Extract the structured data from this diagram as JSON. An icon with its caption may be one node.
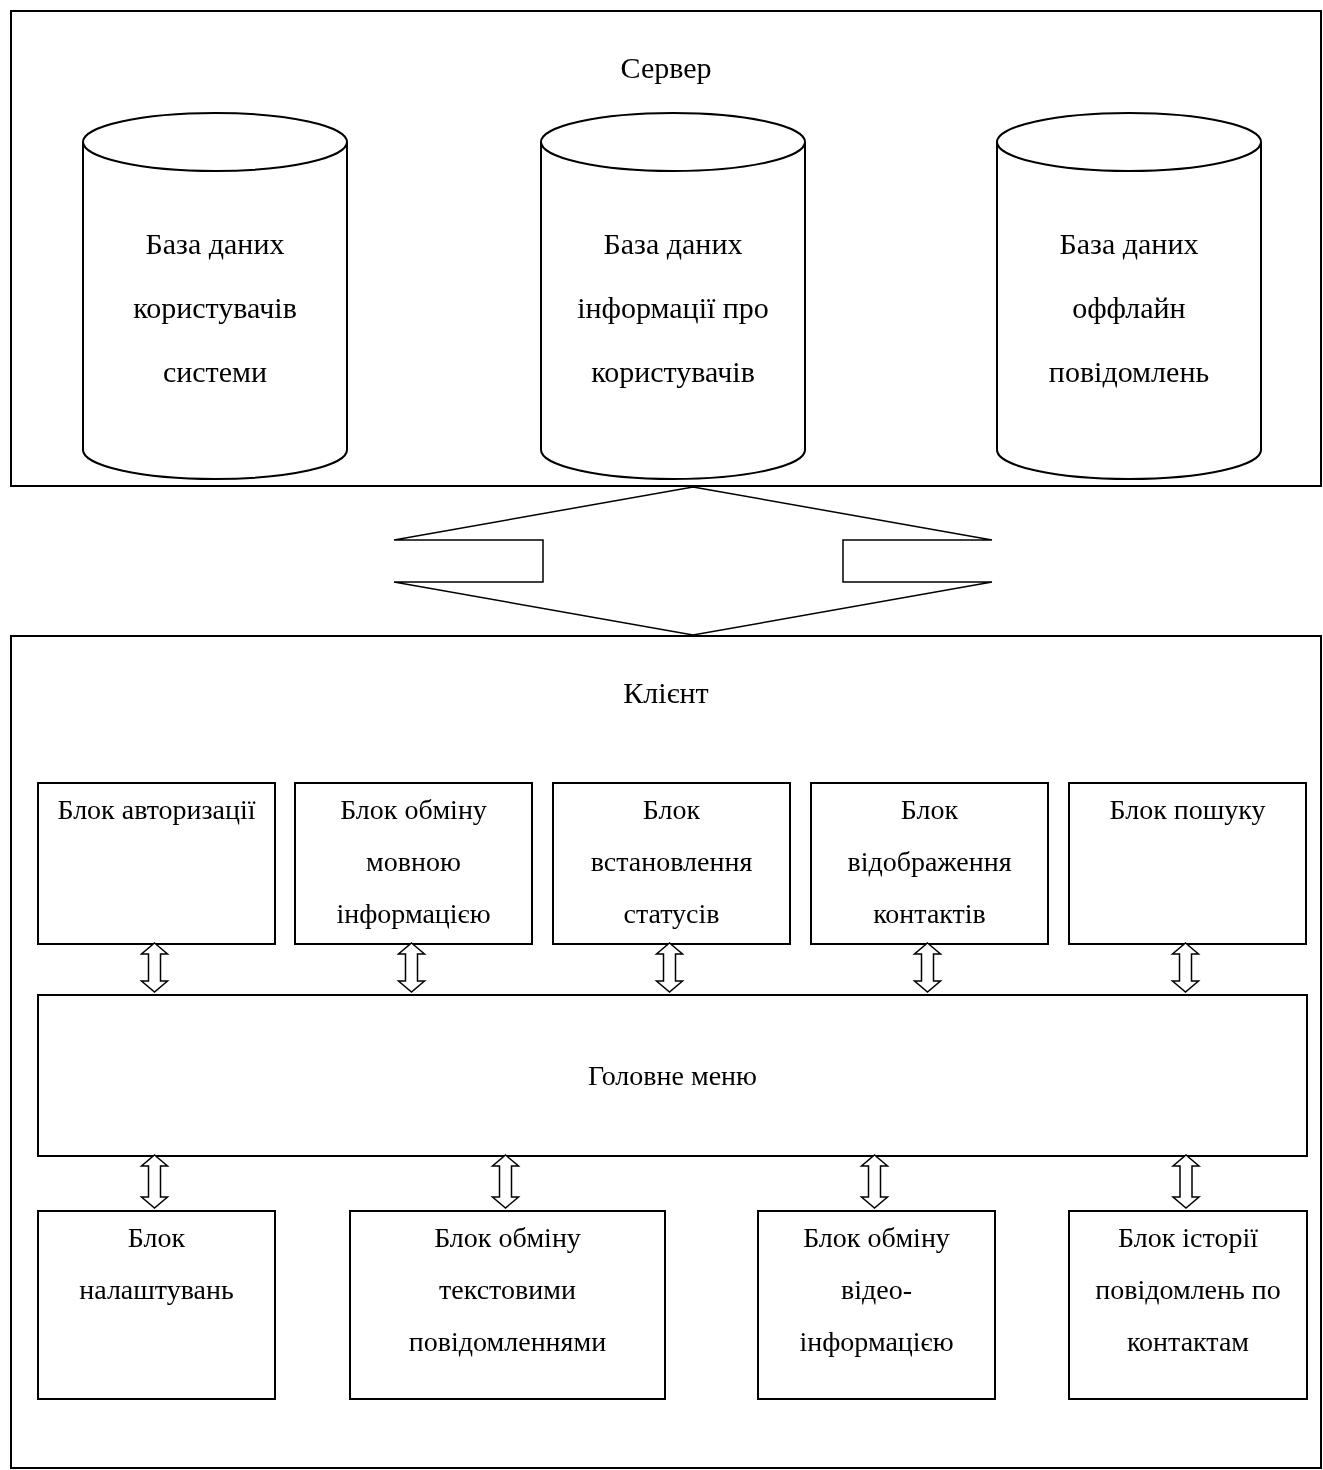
{
  "diagram": {
    "nodes": [
      {
        "text": [
          "Сервер"
        ]
      },
      {
        "text": [
          "База даних користувачів системи"
        ],
        "in": 0
      },
      {
        "text": [
          "База даних інформації про користувачів"
        ],
        "in": 0
      },
      {
        "text": [
          "База даних оффлайн повідомлень"
        ],
        "in": 0
      },
      {
        "text": [
          "Клієнт"
        ]
      },
      {
        "text": [
          "Блок авторизації"
        ],
        "in": 4
      },
      {
        "text": [
          "Блок обміну мовною інформацією"
        ],
        "in": 4
      },
      {
        "text": [
          "Блок встановлення статусів"
        ],
        "in": 4
      },
      {
        "text": [
          "Блок відображення контактів"
        ],
        "in": 4
      },
      {
        "text": [
          "Блок пошуку"
        ],
        "in": 4
      },
      {
        "text": [
          "Головне меню"
        ],
        "in": 4
      },
      {
        "text": [
          "Блок налаштувань"
        ],
        "in": 4
      },
      {
        "text": [
          "Блок обміну текстовими повідомленнями"
        ],
        "in": 4
      },
      {
        "text": [
          "Блок обміну відео-інформацією"
        ],
        "in": 4
      },
      {
        "text": [
          "Блок історії повідомлень по контактам"
        ],
        "in": 4
      }
    ],
    "edges": [
      {
        "from": 0,
        "to": 4,
        "arrow": "both"
      },
      {
        "from": 5,
        "to": 10,
        "arrow": "both"
      },
      {
        "from": 6,
        "to": 10,
        "arrow": "both"
      },
      {
        "from": 7,
        "to": 10,
        "arrow": "both"
      },
      {
        "from": 8,
        "to": 10,
        "arrow": "both"
      },
      {
        "from": 9,
        "to": 10,
        "arrow": "both"
      },
      {
        "from": 10,
        "to": 11,
        "arrow": "both"
      },
      {
        "from": 10,
        "to": 12,
        "arrow": "both"
      },
      {
        "from": 10,
        "to": 13,
        "arrow": "both"
      },
      {
        "from": 10,
        "to": 14,
        "arrow": "both"
      }
    ]
  }
}
